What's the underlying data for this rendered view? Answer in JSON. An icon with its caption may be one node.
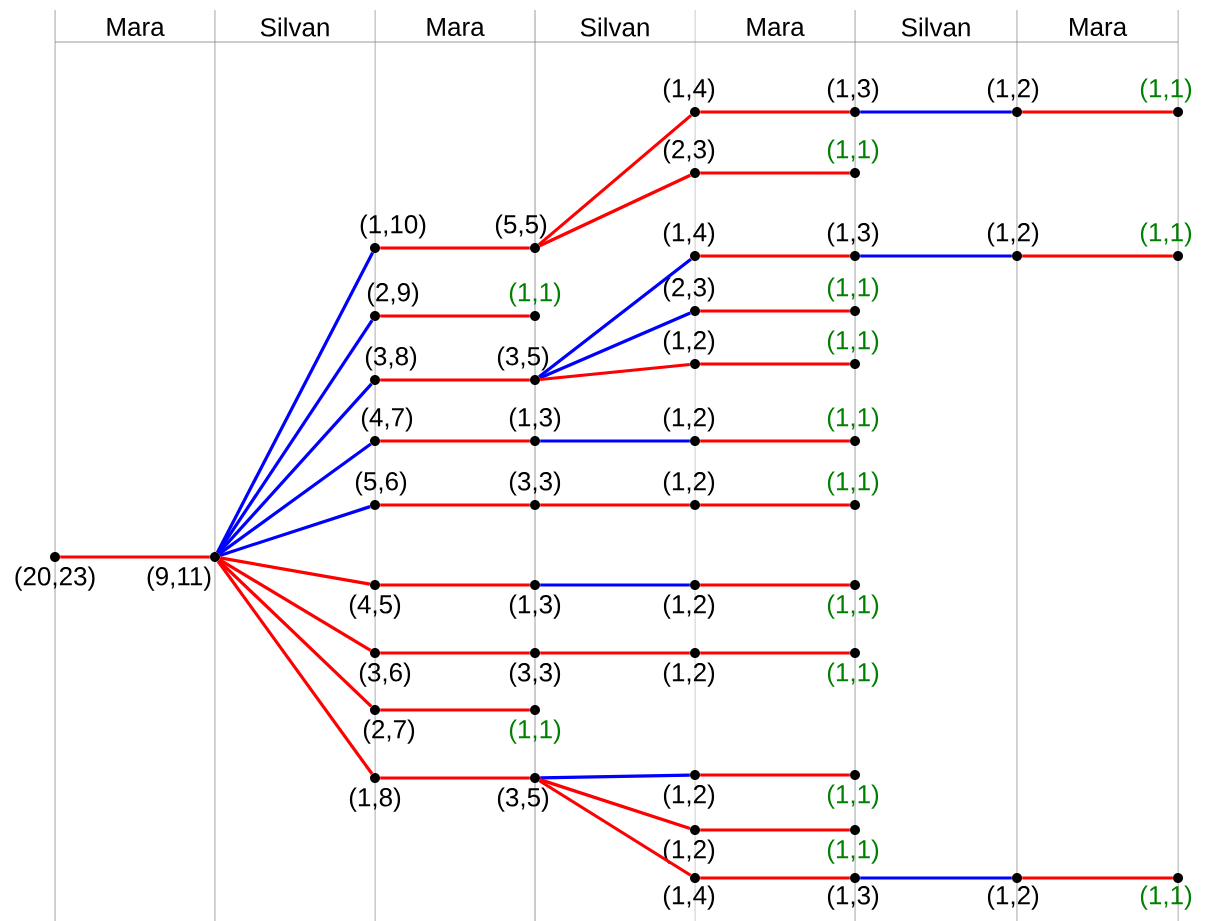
{
  "diagram": {
    "nodes": [
      {
        "text": [
          "(20,23)"
        ]
      },
      {
        "text": [
          "(9,11)"
        ]
      },
      {
        "text": [
          "(1,10)"
        ]
      },
      {
        "text": [
          "(2,9)"
        ]
      },
      {
        "text": [
          "(3,8)"
        ]
      },
      {
        "text": [
          "(4,7)"
        ]
      },
      {
        "text": [
          "(5,6)"
        ]
      },
      {
        "text": [
          "(4,5)"
        ]
      },
      {
        "text": [
          "(3,6)"
        ]
      },
      {
        "text": [
          "(2,7)"
        ]
      },
      {
        "text": [
          "(1,8)"
        ]
      },
      {
        "text": [
          "(5,5)"
        ]
      },
      {
        "text": [
          "(1,1)"
        ]
      },
      {
        "text": [
          "(3,5)"
        ]
      },
      {
        "text": [
          "(1,3)"
        ]
      },
      {
        "text": [
          "(3,3)"
        ]
      },
      {
        "text": [
          "(1,3)"
        ]
      },
      {
        "text": [
          "(3,3)"
        ]
      },
      {
        "text": [
          "(1,1)"
        ]
      },
      {
        "text": [
          "(3,5)"
        ]
      },
      {
        "text": [
          "(1,4)"
        ]
      },
      {
        "text": [
          "(2,3)"
        ]
      },
      {
        "text": [
          "(1,4)"
        ]
      },
      {
        "text": [
          "(2,3)"
        ]
      },
      {
        "text": [
          "(1,2)"
        ]
      },
      {
        "text": [
          "(1,2)"
        ]
      },
      {
        "text": [
          "(1,2)"
        ]
      },
      {
        "text": [
          "(1,2)"
        ]
      },
      {
        "text": [
          "(1,2)"
        ]
      },
      {
        "text": [
          "(1,2)"
        ]
      },
      {
        "text": [
          "(1,2)"
        ]
      },
      {
        "text": [
          "(1,4)"
        ]
      },
      {
        "text": [
          "(1,3)"
        ]
      },
      {
        "text": [
          "(1,1)"
        ]
      },
      {
        "text": [
          "(1,3)"
        ]
      },
      {
        "text": [
          "(1,1)"
        ]
      },
      {
        "text": [
          "(1,1)"
        ]
      },
      {
        "text": [
          "(1,1)"
        ]
      },
      {
        "text": [
          "(1,1)"
        ]
      },
      {
        "text": [
          "(1,1)"
        ]
      },
      {
        "text": [
          "(1,1)"
        ]
      },
      {
        "text": [
          "(1,1)"
        ]
      },
      {
        "text": [
          "(1,1)"
        ]
      },
      {
        "text": [
          "(1,3)"
        ]
      },
      {
        "text": [
          "(1,2)"
        ]
      },
      {
        "text": [
          "(1,2)"
        ]
      },
      {
        "text": [
          "(1,2)"
        ]
      },
      {
        "text": [
          "(1,1)"
        ]
      },
      {
        "text": [
          "(1,1)"
        ]
      },
      {
        "text": [
          "(1,1)"
        ]
      }
    ],
    "edges": [
      {
        "from": 0,
        "to": 1,
        "arrow": "none"
      },
      {
        "from": 1,
        "to": 2,
        "arrow": "none",
        "color": "#0000ff"
      },
      {
        "from": 1,
        "to": 3,
        "arrow": "none",
        "color": "#0000ff"
      },
      {
        "from": 1,
        "to": 4,
        "arrow": "none",
        "color": "#0000ff"
      },
      {
        "from": 1,
        "to": 5,
        "arrow": "none",
        "color": "#0000ff"
      },
      {
        "from": 1,
        "to": 6,
        "arrow": "none",
        "color": "#0000ff"
      },
      {
        "from": 1,
        "to": 7,
        "arrow": "none"
      },
      {
        "from": 1,
        "to": 8,
        "arrow": "none"
      },
      {
        "from": 1,
        "to": 9,
        "arrow": "none"
      },
      {
        "from": 1,
        "to": 10,
        "arrow": "none"
      },
      {
        "from": 2,
        "to": 11,
        "arrow": "none"
      },
      {
        "from": 3,
        "to": 12,
        "arrow": "none"
      },
      {
        "from": 4,
        "to": 13,
        "arrow": "none"
      },
      {
        "from": 5,
        "to": 14,
        "arrow": "none"
      },
      {
        "from": 6,
        "to": 15,
        "arrow": "none"
      },
      {
        "from": 7,
        "to": 16,
        "arrow": "none"
      },
      {
        "from": 8,
        "to": 17,
        "arrow": "none"
      },
      {
        "from": 9,
        "to": 18,
        "arrow": "none"
      },
      {
        "from": 10,
        "to": 19,
        "arrow": "none"
      },
      {
        "from": 11,
        "to": 20,
        "arrow": "none"
      },
      {
        "from": 11,
        "to": 21,
        "arrow": "none"
      },
      {
        "from": 13,
        "to": 22,
        "arrow": "none",
        "color": "#0000ff"
      },
      {
        "from": 13,
        "to": 23,
        "arrow": "none",
        "color": "#0000ff"
      },
      {
        "from": 13,
        "to": 24,
        "arrow": "none"
      },
      {
        "from": 14,
        "to": 25,
        "arrow": "none",
        "color": "#0000ff"
      },
      {
        "from": 15,
        "to": 26,
        "arrow": "none"
      },
      {
        "from": 16,
        "to": 27,
        "arrow": "none",
        "color": "#0000ff"
      },
      {
        "from": 17,
        "to": 28,
        "arrow": "none"
      },
      {
        "from": 19,
        "to": 29,
        "arrow": "none",
        "color": "#0000ff"
      },
      {
        "from": 19,
        "to": 30,
        "arrow": "none"
      },
      {
        "from": 19,
        "to": 31,
        "arrow": "none"
      },
      {
        "from": 20,
        "to": 32,
        "arrow": "none"
      },
      {
        "from": 21,
        "to": 33,
        "arrow": "none"
      },
      {
        "from": 22,
        "to": 34,
        "arrow": "none"
      },
      {
        "from": 23,
        "to": 35,
        "arrow": "none"
      },
      {
        "from": 24,
        "to": 36,
        "arrow": "none"
      },
      {
        "from": 25,
        "to": 37,
        "arrow": "none"
      },
      {
        "from": 26,
        "to": 38,
        "arrow": "none"
      },
      {
        "from": 27,
        "to": 39,
        "arrow": "none"
      },
      {
        "from": 28,
        "to": 40,
        "arrow": "none"
      },
      {
        "from": 29,
        "to": 41,
        "arrow": "none"
      },
      {
        "from": 30,
        "to": 42,
        "arrow": "none"
      },
      {
        "from": 31,
        "to": 43,
        "arrow": "none"
      },
      {
        "from": 32,
        "to": 44,
        "arrow": "none",
        "color": "#0000ff"
      },
      {
        "from": 34,
        "to": 45,
        "arrow": "none",
        "color": "#0000ff"
      },
      {
        "from": 43,
        "to": 46,
        "arrow": "none",
        "color": "#0000ff"
      },
      {
        "from": 44,
        "to": 47,
        "arrow": "none"
      },
      {
        "from": 45,
        "to": 48,
        "arrow": "none"
      },
      {
        "from": 46,
        "to": 49,
        "arrow": "none"
      }
    ],
    "labels": [
      "Mara",
      "Silvan",
      "Mara",
      "Silvan",
      "Mara",
      "Silvan",
      "Mara"
    ]
  }
}
